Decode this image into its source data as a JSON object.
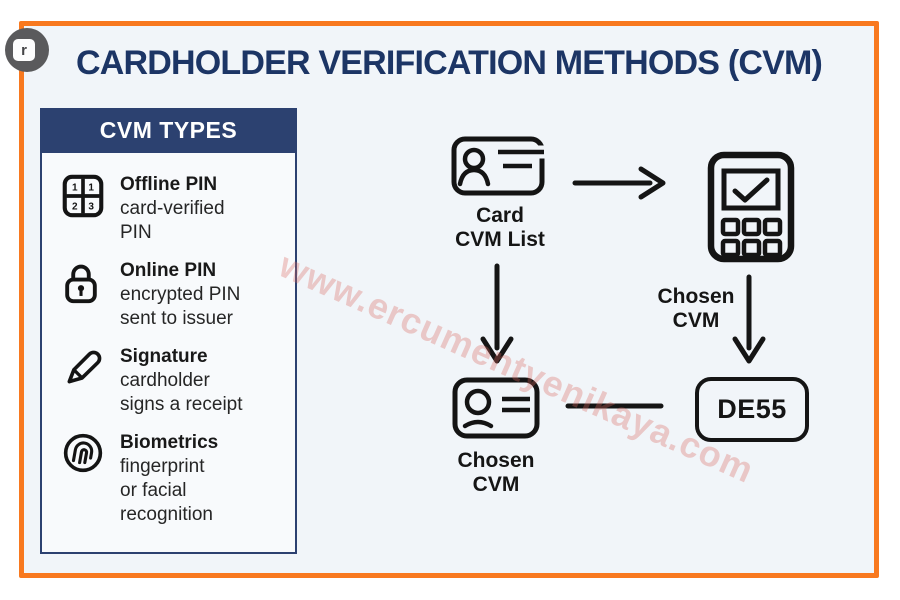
{
  "colors": {
    "frame_border": "#F8791F",
    "canvas_bg": "#F1F5F9",
    "navy": "#2C4170",
    "title_navy": "#1C3565",
    "ink": "#151515",
    "watermark": "rgba(219,104,94,0.32)"
  },
  "badge": {
    "letter": "r"
  },
  "title": "CARDHOLDER VERIFICATION METHODS (CVM)",
  "sidebar": {
    "header": "CVM TYPES",
    "items": [
      {
        "icon": "pin-pad-icon",
        "title": "Offline PIN",
        "desc": "card-verified\nPIN"
      },
      {
        "icon": "padlock-icon",
        "title": "Online PIN",
        "desc": "encrypted PIN\nsent to issuer"
      },
      {
        "icon": "pen-icon",
        "title": "Signature",
        "desc": "cardholder\nsigns a receipt"
      },
      {
        "icon": "fingerprint-icon",
        "title": "Biometrics",
        "desc": "fingerprint\nor facial\nrecognition"
      }
    ]
  },
  "flow": {
    "card_cvm_list_label": "Card\nCVM List",
    "terminal_label": "Chosen\nCVM",
    "chosen_card_label": "Chosen\nCVM",
    "de55_label": "DE55"
  },
  "pin_pad_digits": [
    "1",
    "1",
    "2",
    "3"
  ],
  "watermark": "www.ercumentyenikaya.com"
}
